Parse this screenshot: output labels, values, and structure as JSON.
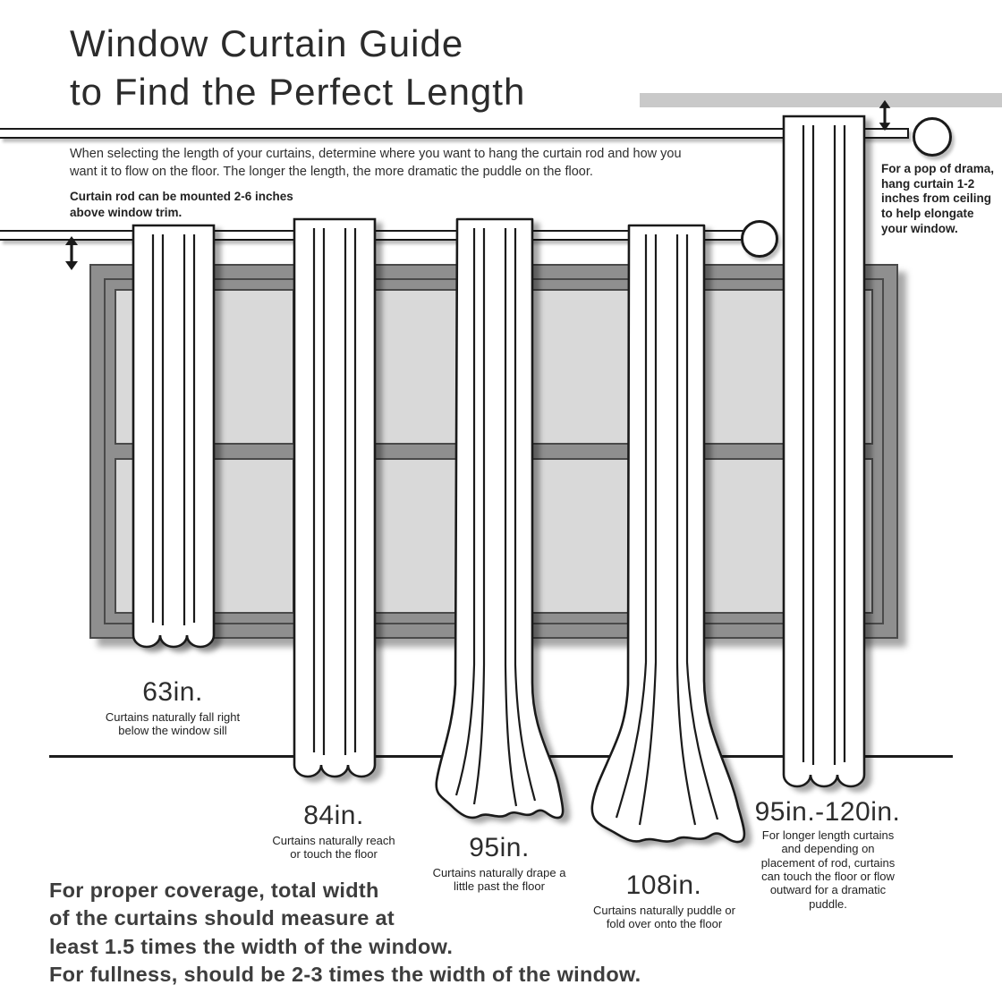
{
  "title": {
    "line1": "Window Curtain Guide",
    "line2": "to Find the Perfect Length"
  },
  "intro": "When selecting the length of your curtains, determine where you want to hang the curtain rod and how you want it to flow on the floor. The longer the length, the more dramatic the puddle on the floor.",
  "rod_note": "Curtain rod can be mounted 2-6 inches above window trim.",
  "ceiling_note": "For a pop of drama, hang curtain 1-2 inches from ceiling to help elongate your window.",
  "curtains": [
    {
      "length": "63in.",
      "caption": "Curtains naturally fall right below the window sill"
    },
    {
      "length": "84in.",
      "caption": "Curtains naturally reach or touch the floor"
    },
    {
      "length": "95in.",
      "caption": "Curtains naturally drape a little past the floor"
    },
    {
      "length": "108in.",
      "caption": "Curtains naturally puddle or fold over onto the floor"
    },
    {
      "length": "95in.-120in.",
      "caption": "For longer length curtains and depending on placement of rod, curtains can touch the floor or flow outward for a dramatic puddle."
    }
  ],
  "coverage": {
    "lines": [
      "For proper coverage, total width",
      "of the curtains should measure at",
      "least 1.5 times the width of the window.",
      "For fullness, should be 2-3 times the width of the window."
    ]
  },
  "icons": {
    "updown_arrow_icon": "↕"
  },
  "colors": {
    "ink": "#1a1a1a",
    "window_frame": "#8f8f8f",
    "window_pane": "#d9d9d9",
    "ceiling_bar": "#c9c9c9",
    "shadow": "#b7b7b7"
  }
}
